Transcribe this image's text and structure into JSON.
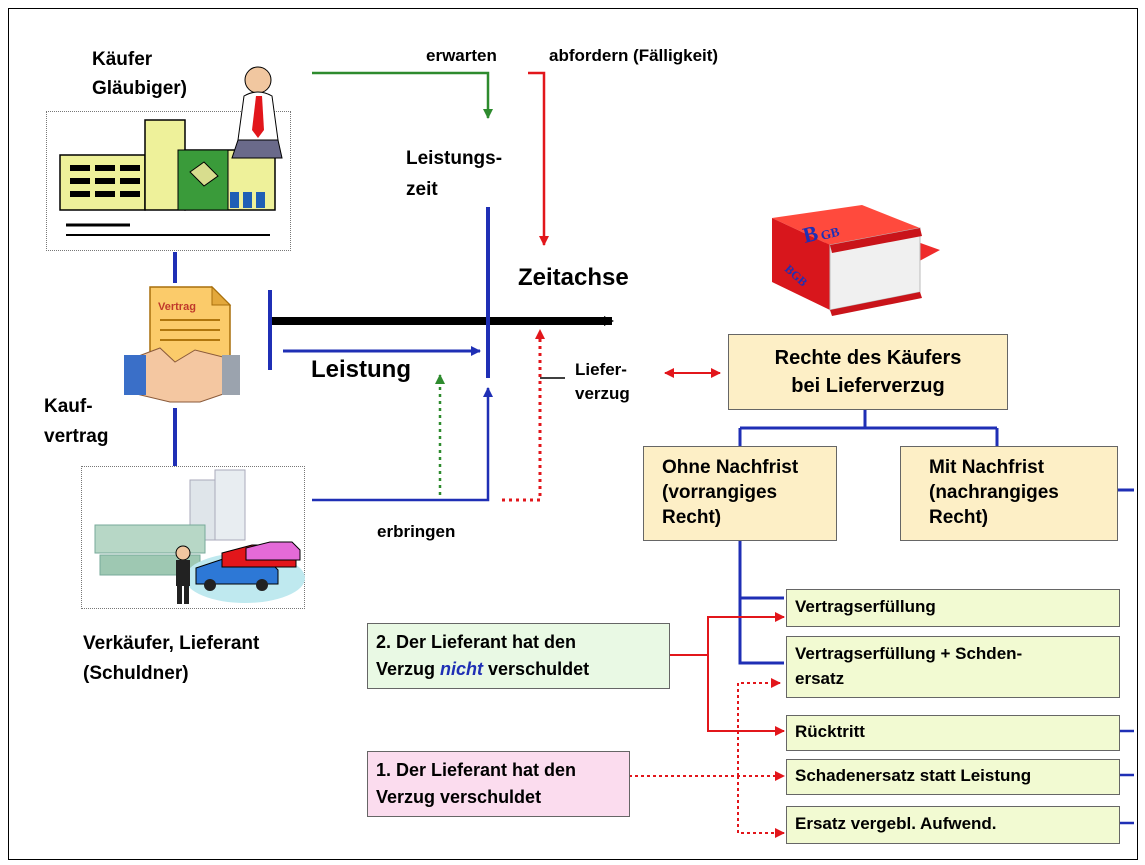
{
  "labels": {
    "kaeufer": "Käufer\nGläubiger)",
    "erwarten": "erwarten",
    "abfordern": "abfordern (Fälligkeit)",
    "leistungszeit": "Leistungs-\nzeit",
    "zeitachse": "Zeitachse",
    "leistung": "Leistung",
    "lieferverzug": "Liefer-\nverzug",
    "kaufvertrag": "Kauf-\nvertrag",
    "erbringen": "erbringen",
    "verkaeufer": "Verkäufer, Lieferant\n(Schuldner)",
    "vertrag_doc": "Vertrag",
    "book_text": "BGB"
  },
  "boxes": {
    "rechte": "Rechte des Käufers\nbei Lieferverzug",
    "ohne_nachfrist": "Ohne Nachfrist\n(vorrangiges\nRecht)",
    "mit_nachfrist": "Mit Nachfrist\n(nachrangiges\nRecht)",
    "vertragserfuellung": "Vertragserfüllung",
    "vertragserfuellung_schaden": "Vertragserfüllung + Schden-\nersatz",
    "ruecktritt": "Rücktritt",
    "schadenersatz": "Schadenersatz statt Leistung",
    "ersatz": "Ersatz vergebl. Aufwend."
  },
  "cases": {
    "case2_a": "2. Der Lieferant hat den",
    "case2_b1": "Verzug ",
    "case2_b2": "nicht",
    "case2_b3": " verschuldet",
    "case1": "1. Der Lieferant hat den\nVerzug verschuldet"
  },
  "colors": {
    "blue": "#1f2fb5",
    "green": "#2e8b2e",
    "red": "#e2161b",
    "book": "#d8161c",
    "yellow_box": "#fdefc6",
    "lemon_box": "#f2fad2",
    "mint_box": "#e9f9e4",
    "pink_box": "#fbdcee"
  }
}
